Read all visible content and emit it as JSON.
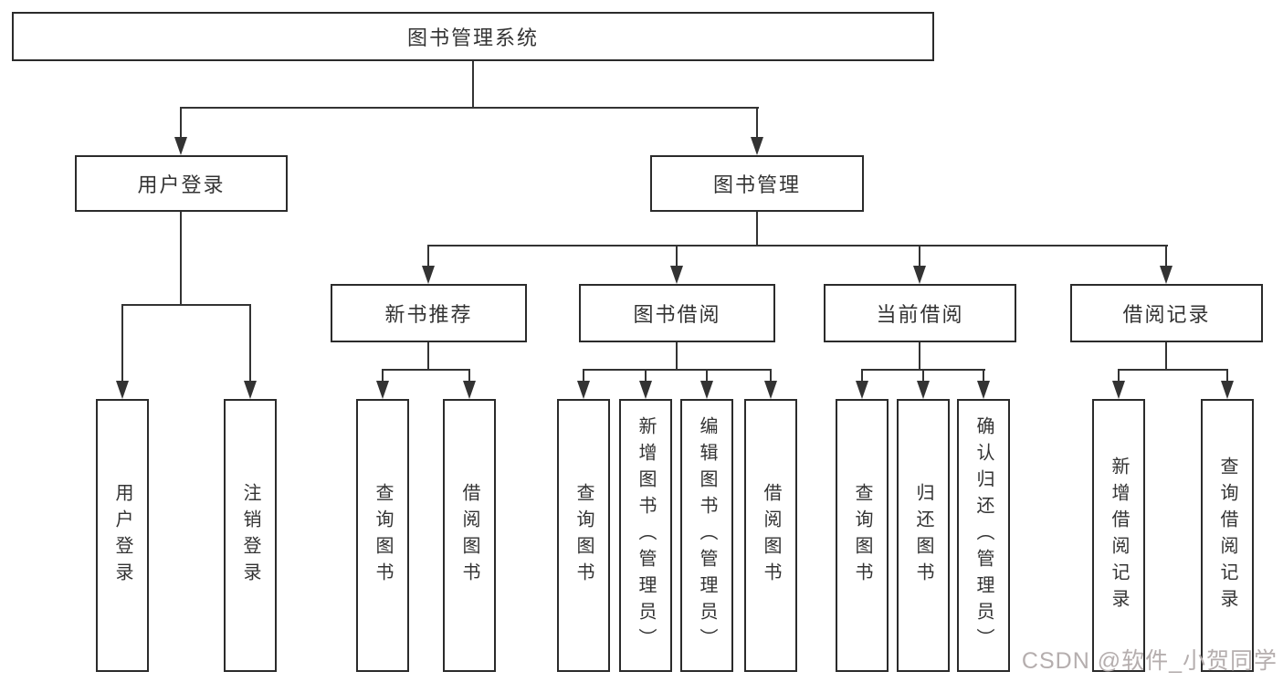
{
  "title": "图书管理系统",
  "level2": {
    "user_login": "用户登录",
    "book_mgmt": "图书管理"
  },
  "level3": {
    "new_book": "新书推荐",
    "book_borrow": "图书借阅",
    "current_borrow": "当前借阅",
    "borrow_record": "借阅记录"
  },
  "leaves": {
    "user_login": [
      "用户登录",
      "注销登录"
    ],
    "new_book": [
      "查询图书",
      "借阅图书"
    ],
    "book_borrow": [
      "查询图书",
      "新增图书（管理员）",
      "编辑图书（管理员）",
      "借阅图书"
    ],
    "current_borrow": [
      "查询图书",
      "归还图书",
      "确认归还（管理员）"
    ],
    "borrow_record": [
      "新增借阅记录",
      "查询借阅记录"
    ]
  },
  "watermark": "CSDN @软件_小贺同学",
  "colors": {
    "line": "#333333",
    "border": "#2b2b2b",
    "text": "#333333",
    "watermark": "#b5aeae",
    "background": "#ffffff"
  }
}
